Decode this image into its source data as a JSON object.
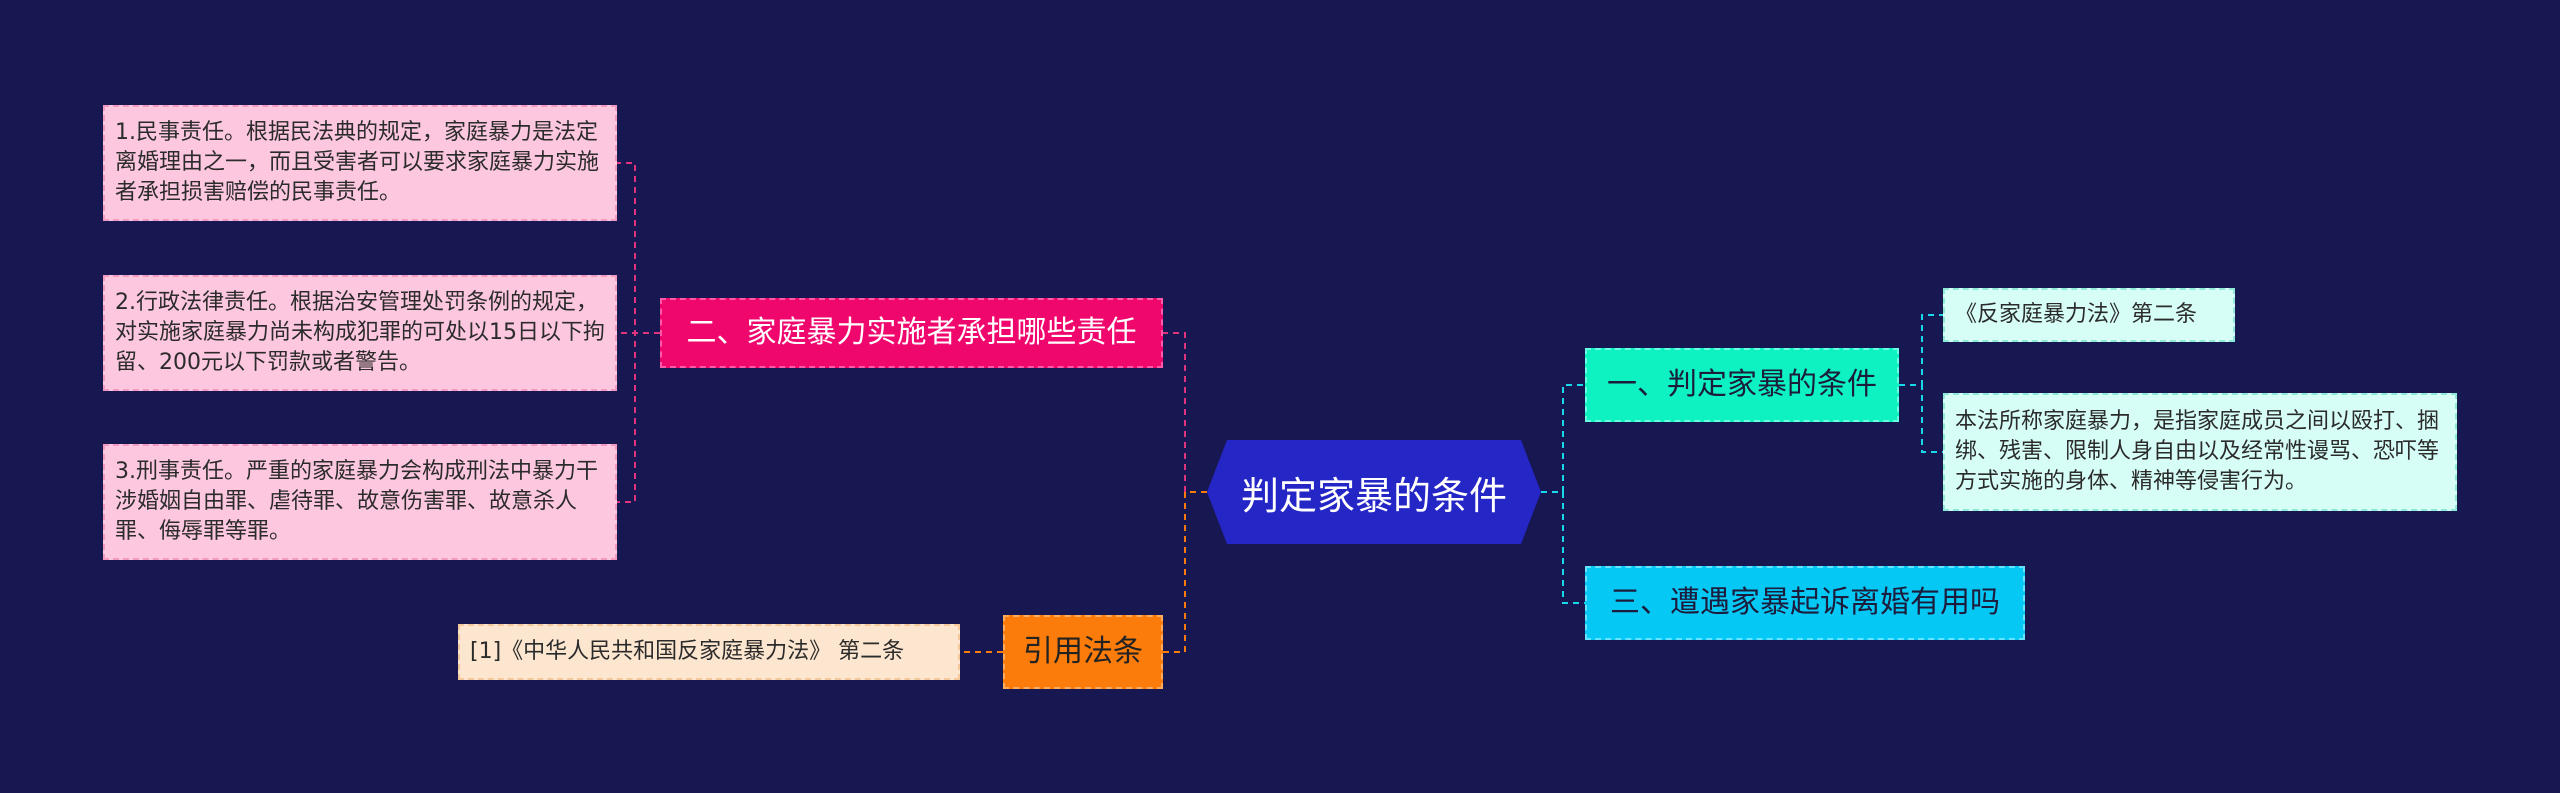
{
  "root": {
    "label": "判定家暴的条件"
  },
  "branches": {
    "responsibility": {
      "label": "二、家庭暴力实施者承担哪些责任",
      "items": [
        "1.民事责任。根据民法典的规定，家庭暴力是法定离婚理由之一，而且受害者可以要求家庭暴力实施者承担损害赔偿的民事责任。",
        "2.行政法律责任。根据治安管理处罚条例的规定，对实施家庭暴力尚未构成犯罪的可处以15日以下拘留、200元以下罚款或者警告。",
        "3.刑事责任。严重的家庭暴力会构成刑法中暴力干涉婚姻自由罪、虐待罪、故意伤害罪、故意杀人罪、侮辱罪等罪。"
      ]
    },
    "citation": {
      "label": "引用法条",
      "items": [
        "[1]《中华人民共和国反家庭暴力法》 第二条"
      ]
    },
    "conditions": {
      "label": "一、判定家暴的条件",
      "items": [
        "《反家庭暴力法》第二条",
        "本法所称家庭暴力，是指家庭成员之间以殴打、捆绑、残害、限制人身自由以及经常性谩骂、恐吓等方式实施的身体、精神等侵害行为。"
      ]
    },
    "lawsuit": {
      "label": "三、遭遇家暴起诉离婚有用吗"
    }
  },
  "colors": {
    "background": "#171752",
    "root": "#2526c6",
    "responsibility": "#f0076e",
    "citation": "#fb7c0b",
    "conditions": "#0ef2c2",
    "lawsuit": "#06c8f4"
  }
}
